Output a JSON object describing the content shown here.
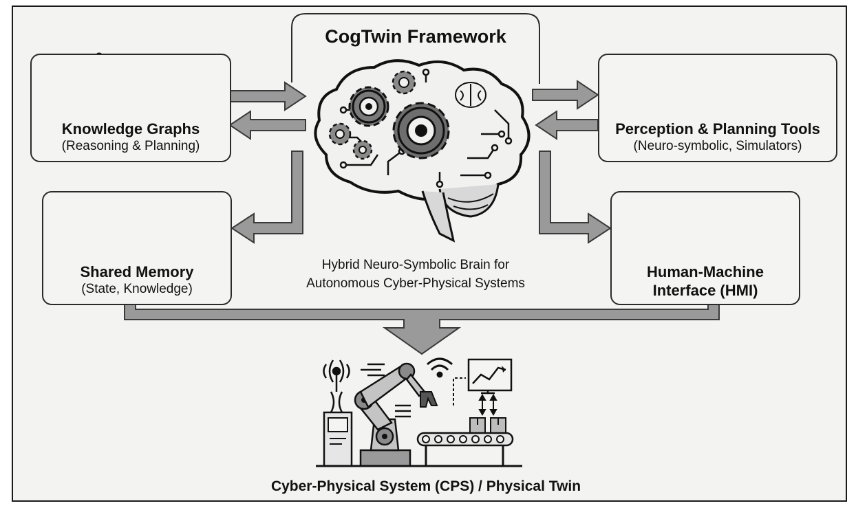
{
  "framework": {
    "title": "CogTwin Framework",
    "description_line1": "Hybrid Neuro-Symbolic Brain for",
    "description_line2": "Autonomous Cyber-Physical Systems"
  },
  "modules": {
    "knowledge_graphs": {
      "title": "Knowledge Graphs",
      "subtitle": "(Reasoning & Planning)"
    },
    "perception": {
      "title": "Perception & Planning Tools",
      "subtitle": "(Neuro-symbolic, Simulators)"
    },
    "shared_memory": {
      "title": "Shared Memory",
      "subtitle": "(State, Knowledge)"
    },
    "hmi": {
      "title_line1": "Human-Machine",
      "title_line2": "Interface (HMI)"
    }
  },
  "cps": {
    "label": "Cyber-Physical System (CPS) / Physical Twin"
  },
  "icons": {
    "knowledge_graph": "network-graph-icon",
    "checklist": "checklist-gear-icon",
    "eye": "eye-icon",
    "chart": "line-chart-icon",
    "database": "database-icon",
    "hmi": "touchscreen-user-icon",
    "brain": "brain-gears-icon",
    "cps": "robot-arm-factory-icon"
  },
  "colors": {
    "background": "#f3f3f1",
    "arrow_fill": "#9a9a9a",
    "arrow_stroke": "#3a3a3a",
    "ink": "#1a1a1a"
  }
}
